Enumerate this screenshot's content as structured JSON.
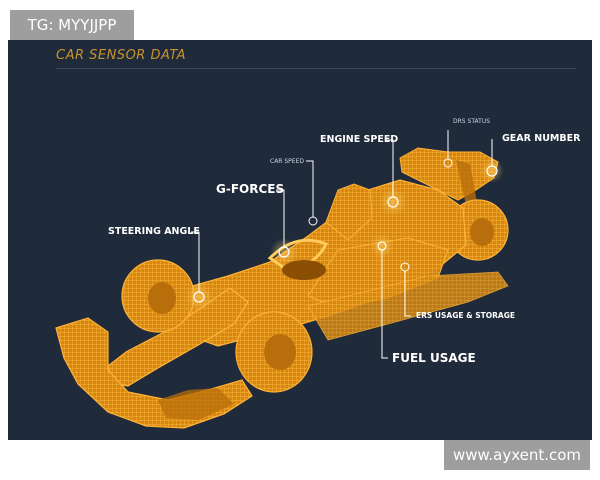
{
  "watermarks": {
    "top_left": "TG: MYYJJPP",
    "bottom_right": "www.ayxent.com"
  },
  "panel": {
    "title": "CAR SENSOR DATA"
  },
  "callouts": {
    "engine_speed": "ENGINE SPEED",
    "drs_status": "DRS STATUS",
    "gear_number": "GEAR NUMBER",
    "car_speed": "CAR SPEED",
    "g_forces": "G-FORCES",
    "steering_angle": "STEERING ANGLE",
    "ers_usage_storage": "ERS USAGE & STORAGE",
    "fuel_usage": "FUEL USAGE"
  },
  "colors": {
    "panel_background": "#1f2a3a",
    "car_wireframe": "#f5a623",
    "title_accent": "#c8932c",
    "callout_text": "#ffffff"
  }
}
